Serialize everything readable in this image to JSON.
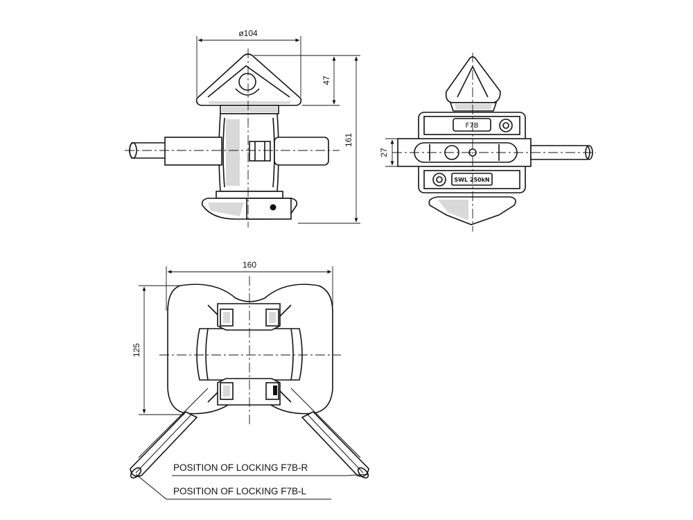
{
  "dimensions": {
    "front_top_width": "ø104",
    "front_cone_height": "47",
    "front_total_height": "161",
    "side_bar_height": "27",
    "plan_width": "160",
    "plan_height": "125"
  },
  "plates": {
    "model": "F7B",
    "rating": "SWL 250kN"
  },
  "labels": {
    "locking_r": "POSITION OF LOCKING F7B-R",
    "locking_l": "POSITION OF LOCKING F7B-L"
  }
}
